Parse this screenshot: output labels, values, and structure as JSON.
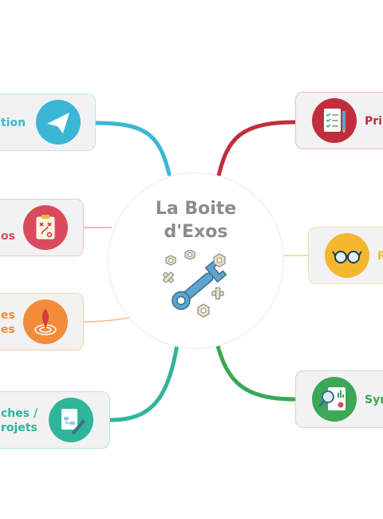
{
  "center": {
    "title": "La Boite\nd'Exos",
    "icon": "wrench-and-nuts-icon"
  },
  "branches": [
    {
      "side": "left",
      "label": "tion",
      "color": "#3bb7d6",
      "icon": "paper-plane-icon"
    },
    {
      "side": "left",
      "label": "os",
      "color": "#d94b5c",
      "icon": "clipboard-strategy-icon"
    },
    {
      "side": "left",
      "label": "es\nes",
      "color": "#f28c3c",
      "icon": "target-pin-icon"
    },
    {
      "side": "left",
      "label": "ches /\nrojets",
      "color": "#2fb59a",
      "icon": "document-pen-icon"
    },
    {
      "side": "right",
      "label": "Pri",
      "color": "#c22d3e",
      "icon": "checklist-icon"
    },
    {
      "side": "right",
      "label": "R",
      "color": "#f5b730",
      "icon": "glasses-icon"
    },
    {
      "side": "right",
      "label": "Syn",
      "color": "#3aa857",
      "icon": "report-magnifier-icon"
    }
  ]
}
